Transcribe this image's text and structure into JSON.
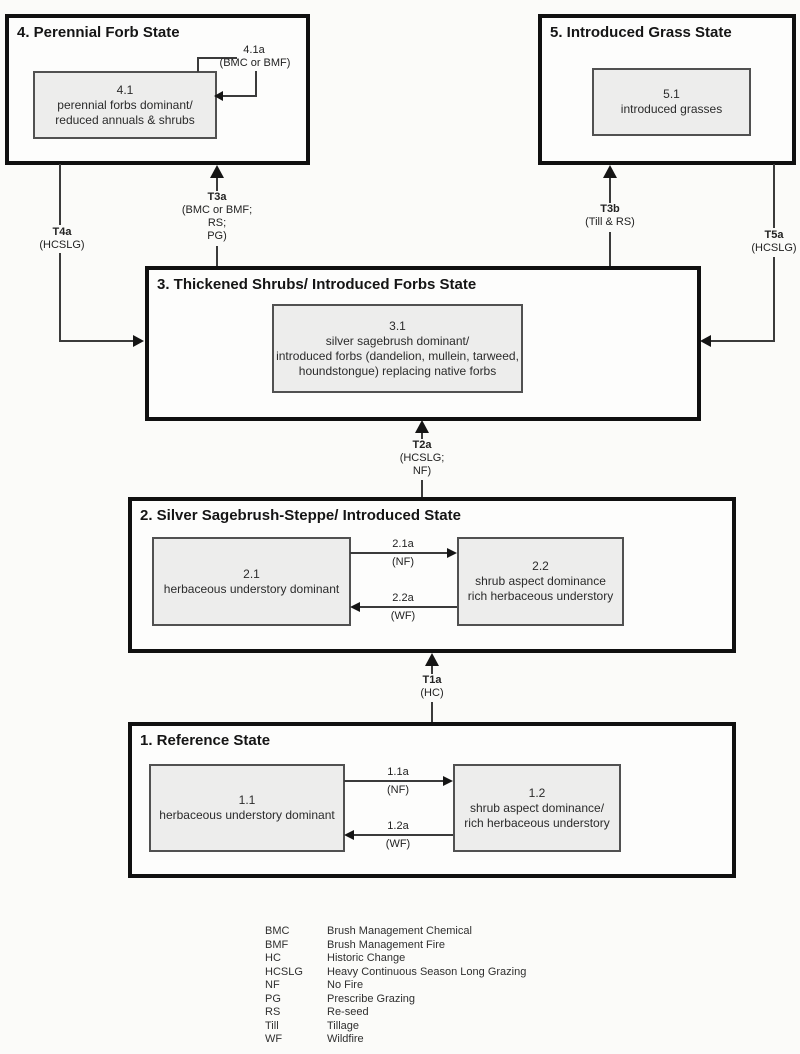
{
  "colors": {
    "page_background": "#fbfbf9",
    "state_border": "#101010",
    "state_fill": "#fdfdfc",
    "community_fill": "#ededec",
    "community_border": "#515151",
    "line": "#3b3b3b",
    "text": "#2b2b2b"
  },
  "states": {
    "s1": {
      "title": "1. Reference State"
    },
    "s2": {
      "title": "2. Silver Sagebrush-Steppe/ Introduced State"
    },
    "s3": {
      "title": "3. Thickened Shrubs/ Introduced Forbs State"
    },
    "s4": {
      "title": "4. Perennial Forb State"
    },
    "s5": {
      "title": "5. Introduced Grass State"
    }
  },
  "communities": {
    "c41": {
      "num": "4.1",
      "line1": "perennial forbs dominant/",
      "line2": "reduced annuals & shrubs"
    },
    "c51": {
      "num": "5.1",
      "line1": "introduced grasses"
    },
    "c31": {
      "num": "3.1",
      "line1": "silver sagebrush dominant/",
      "line2": "introduced forbs (dandelion, mullein, tarweed,",
      "line3": "houndstongue) replacing native forbs"
    },
    "c21": {
      "num": "2.1",
      "line1": "herbaceous understory dominant"
    },
    "c22": {
      "num": "2.2",
      "line1": "shrub aspect dominance",
      "line2": "rich herbaceous understory"
    },
    "c11": {
      "num": "1.1",
      "line1": "herbaceous understory dominant"
    },
    "c12": {
      "num": "1.2",
      "line1": "shrub aspect dominance/",
      "line2": "rich herbaceous understory"
    }
  },
  "transitions": {
    "t4a": {
      "name": "T4a",
      "cause": "(HCSLG)"
    },
    "t3a": {
      "name": "T3a",
      "cause1": "(BMC or BMF;",
      "cause2": "RS;",
      "cause3": "PG)"
    },
    "t3b": {
      "name": "T3b",
      "cause": "(Till & RS)"
    },
    "t5a": {
      "name": "T5a",
      "cause": "(HCSLG)"
    },
    "t2a": {
      "name": "T2a",
      "cause1": "(HCSLG;",
      "cause2": "NF)"
    },
    "t1a": {
      "name": "T1a",
      "cause": "(HC)"
    }
  },
  "pathways": {
    "p41a": {
      "name": "4.1a",
      "cause": "(BMC or BMF)"
    },
    "p21a": {
      "name": "2.1a",
      "cause": "(NF)"
    },
    "p22a": {
      "name": "2.2a",
      "cause": "(WF)"
    },
    "p11a": {
      "name": "1.1a",
      "cause": "(NF)"
    },
    "p12a": {
      "name": "1.2a",
      "cause": "(WF)"
    }
  },
  "legend": {
    "rows": [
      {
        "abbr": "BMC",
        "label": "Brush Management Chemical"
      },
      {
        "abbr": "BMF",
        "label": "Brush Management Fire"
      },
      {
        "abbr": "HC",
        "label": "Historic Change"
      },
      {
        "abbr": "HCSLG",
        "label": "Heavy Continuous Season Long Grazing"
      },
      {
        "abbr": "NF",
        "label": "No Fire"
      },
      {
        "abbr": "PG",
        "label": "Prescribe Grazing"
      },
      {
        "abbr": "RS",
        "label": "Re-seed"
      },
      {
        "abbr": "Till",
        "label": "Tillage"
      },
      {
        "abbr": "WF",
        "label": "Wildfire"
      }
    ]
  }
}
